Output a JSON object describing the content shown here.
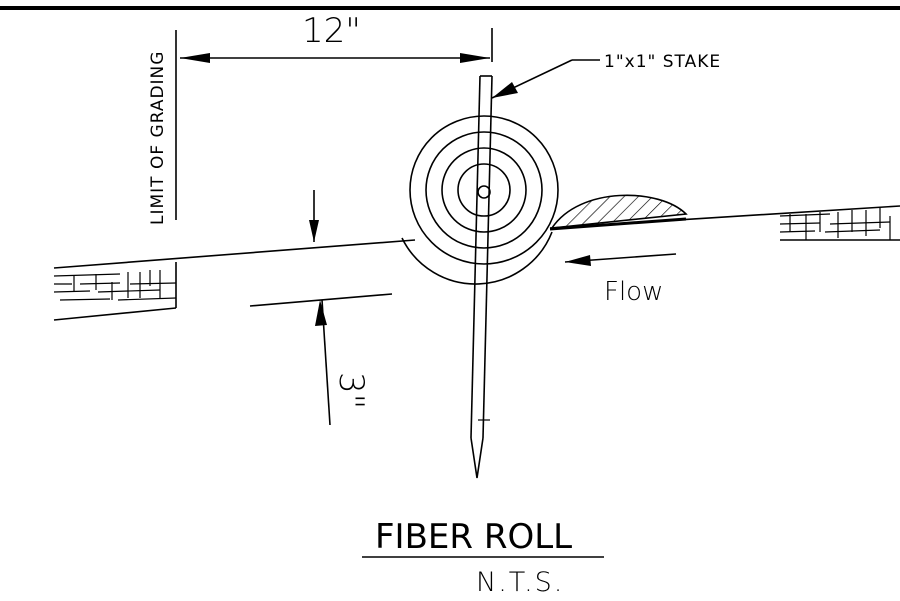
{
  "drawing": {
    "title": "FIBER ROLL",
    "scale_note": "N.T.S.",
    "labels": {
      "limit_of_grading": "LIMIT OF GRADING",
      "stake": "1\"x1\" STAKE",
      "flow": "Flow",
      "width_dim": "12\"",
      "depth_dim": "3\""
    }
  }
}
